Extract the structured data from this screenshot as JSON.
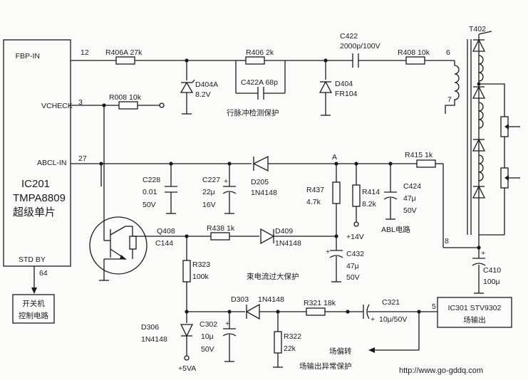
{
  "ic201": {
    "pin_fbp": "FBP-IN",
    "pin_fbp_num": "12",
    "pin_vcheck": "VCHECK",
    "pin_vcheck_num": "3",
    "pin_abcl": "ABCL-IN",
    "pin_abcl_num": "27",
    "name": "IC201",
    "model": "TMPA8809",
    "desc": "超级单片",
    "pin_stby": "STD BY",
    "pin_stby_num": "64"
  },
  "power_box": {
    "line1": "开关机",
    "line2": "控制电路"
  },
  "parts": {
    "r406a": "R406A 27k",
    "r406": "R406 2k",
    "c422a": "C422A 68p",
    "c422": "C422",
    "c422_val": "2000p/100V",
    "r408": "R408 10k",
    "d404a": "D404A",
    "d404a_val": "8.2V",
    "d404": "D404",
    "d404_val": "FR104",
    "r008": "R008 10k",
    "c228": "C228",
    "c228_v1": "0.01",
    "c228_v2": "50V",
    "c227": "C227",
    "c227_v1": "22μ",
    "c227_v2": "16V",
    "d205": "D205",
    "d205_val": "1N4148",
    "r437": "R437",
    "r437_val": "4.7k",
    "r414": "R414",
    "r414_val": "8.2k",
    "c424": "C424",
    "c424_v1": "47μ",
    "c424_v2": "50V",
    "r415": "R415 1k",
    "q408": "Q408",
    "c144": "C144",
    "r438": "R438 1k",
    "d409": "D409",
    "d409_val": "1N4148",
    "c432": "C432",
    "c432_v1": "47μ",
    "c432_v2": "50V",
    "c410": "C410",
    "c410_val": "100μ",
    "r323": "R323",
    "r323_val": "100k",
    "d303": "D303",
    "d303_val": "1N4148",
    "r321": "R321 18k",
    "c321": "C321",
    "c321_val": "10μ/50V",
    "d306": "D306",
    "d306_val": "1N4148",
    "c302": "C302",
    "c302_v1": "10μ",
    "c302_v2": "50V",
    "r322": "R322",
    "r322_val": "22k",
    "t402": "T402"
  },
  "nodes": {
    "a": "A",
    "plus14": "+14V",
    "plus5": "+5VA",
    "t402_pin6": "6",
    "t402_pin7": "7",
    "t402_pin8": "8",
    "ic301_pin5": "5"
  },
  "ic301": {
    "line1": "IC301 STV9302",
    "line2": "场输出"
  },
  "notes": {
    "line_pulse": "行脉冲检测保护",
    "abl": "ABL电路",
    "beam": "束电流过大保护",
    "yoke": "场偏转",
    "field_fault": "场输出异常保护"
  },
  "watermark": "http://www.go-gddq.com"
}
